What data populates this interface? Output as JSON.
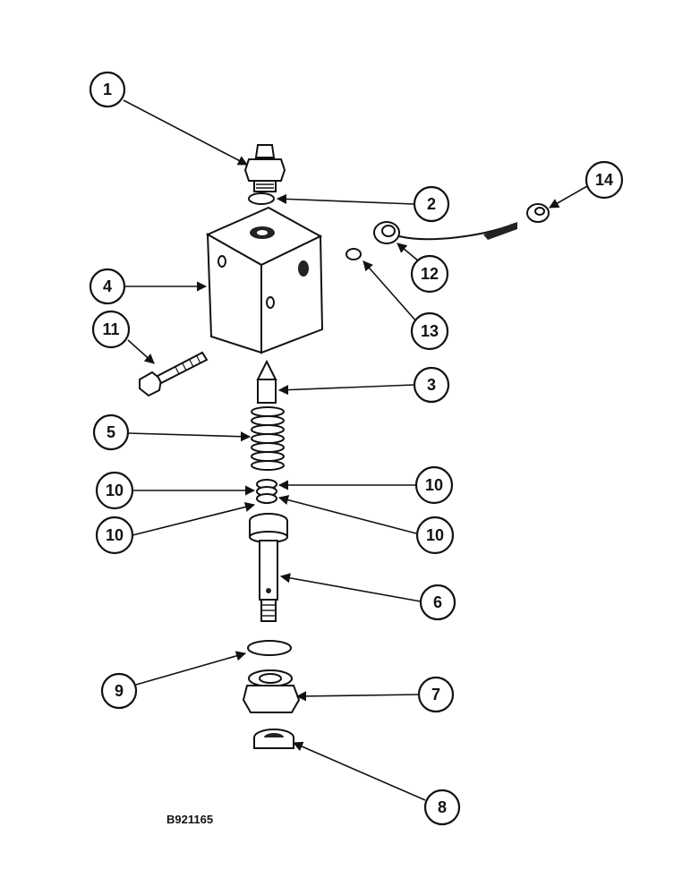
{
  "figure_id": "B921165",
  "callouts": [
    {
      "id": "c1",
      "label": "1"
    },
    {
      "id": "c2",
      "label": "2"
    },
    {
      "id": "c3",
      "label": "3"
    },
    {
      "id": "c4",
      "label": "4"
    },
    {
      "id": "c5",
      "label": "5"
    },
    {
      "id": "c6",
      "label": "6"
    },
    {
      "id": "c7",
      "label": "7"
    },
    {
      "id": "c8",
      "label": "8"
    },
    {
      "id": "c9",
      "label": "9"
    },
    {
      "id": "c10a",
      "label": "10"
    },
    {
      "id": "c10b",
      "label": "10"
    },
    {
      "id": "c10c",
      "label": "10"
    },
    {
      "id": "c10d",
      "label": "10"
    },
    {
      "id": "c11",
      "label": "11"
    },
    {
      "id": "c12",
      "label": "12"
    },
    {
      "id": "c13",
      "label": "13"
    },
    {
      "id": "c14",
      "label": "14"
    }
  ],
  "colors": {
    "ink": "#111111",
    "paper": "#ffffff"
  }
}
